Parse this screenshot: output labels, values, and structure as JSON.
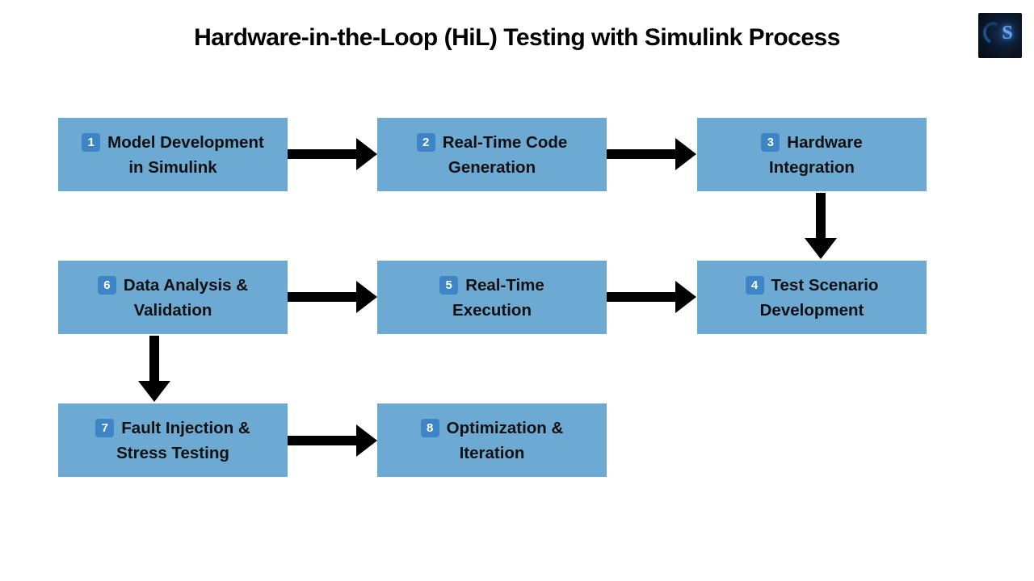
{
  "title": "Hardware-in-the-Loop (HiL) Testing with Simulink Process",
  "logo": {
    "letter": "S"
  },
  "colors": {
    "background": "#ffffff",
    "box_fill": "#6CA9D3",
    "badge_fill": "#3D85C6",
    "badge_text": "#ffffff",
    "arrow": "#000000",
    "text": "#111111",
    "title_text": "#000000"
  },
  "diagram": {
    "type": "flowchart",
    "boxes": [
      {
        "number": "1",
        "line1": "Model Development",
        "line2": "in Simulink"
      },
      {
        "number": "2",
        "line1": "Real-Time Code",
        "line2": "Generation"
      },
      {
        "number": "3",
        "line1": "Hardware",
        "line2": "Integration"
      },
      {
        "number": "4",
        "line1": "Test Scenario",
        "line2": "Development"
      },
      {
        "number": "5",
        "line1": "Real-Time",
        "line2": "Execution"
      },
      {
        "number": "6",
        "line1": "Data Analysis &",
        "line2": "Validation"
      },
      {
        "number": "7",
        "line1": "Fault Injection &",
        "line2": "Stress Testing"
      },
      {
        "number": "8",
        "line1": "Optimization &",
        "line2": "Iteration"
      }
    ],
    "arrows": [
      {
        "between": "1-2",
        "direction": "right"
      },
      {
        "between": "2-3",
        "direction": "right"
      },
      {
        "between": "3-4",
        "direction": "down"
      },
      {
        "between": "6-5",
        "direction": "right"
      },
      {
        "between": "5-4",
        "direction": "right"
      },
      {
        "between": "6-7",
        "direction": "down"
      },
      {
        "between": "7-8",
        "direction": "right"
      }
    ]
  }
}
